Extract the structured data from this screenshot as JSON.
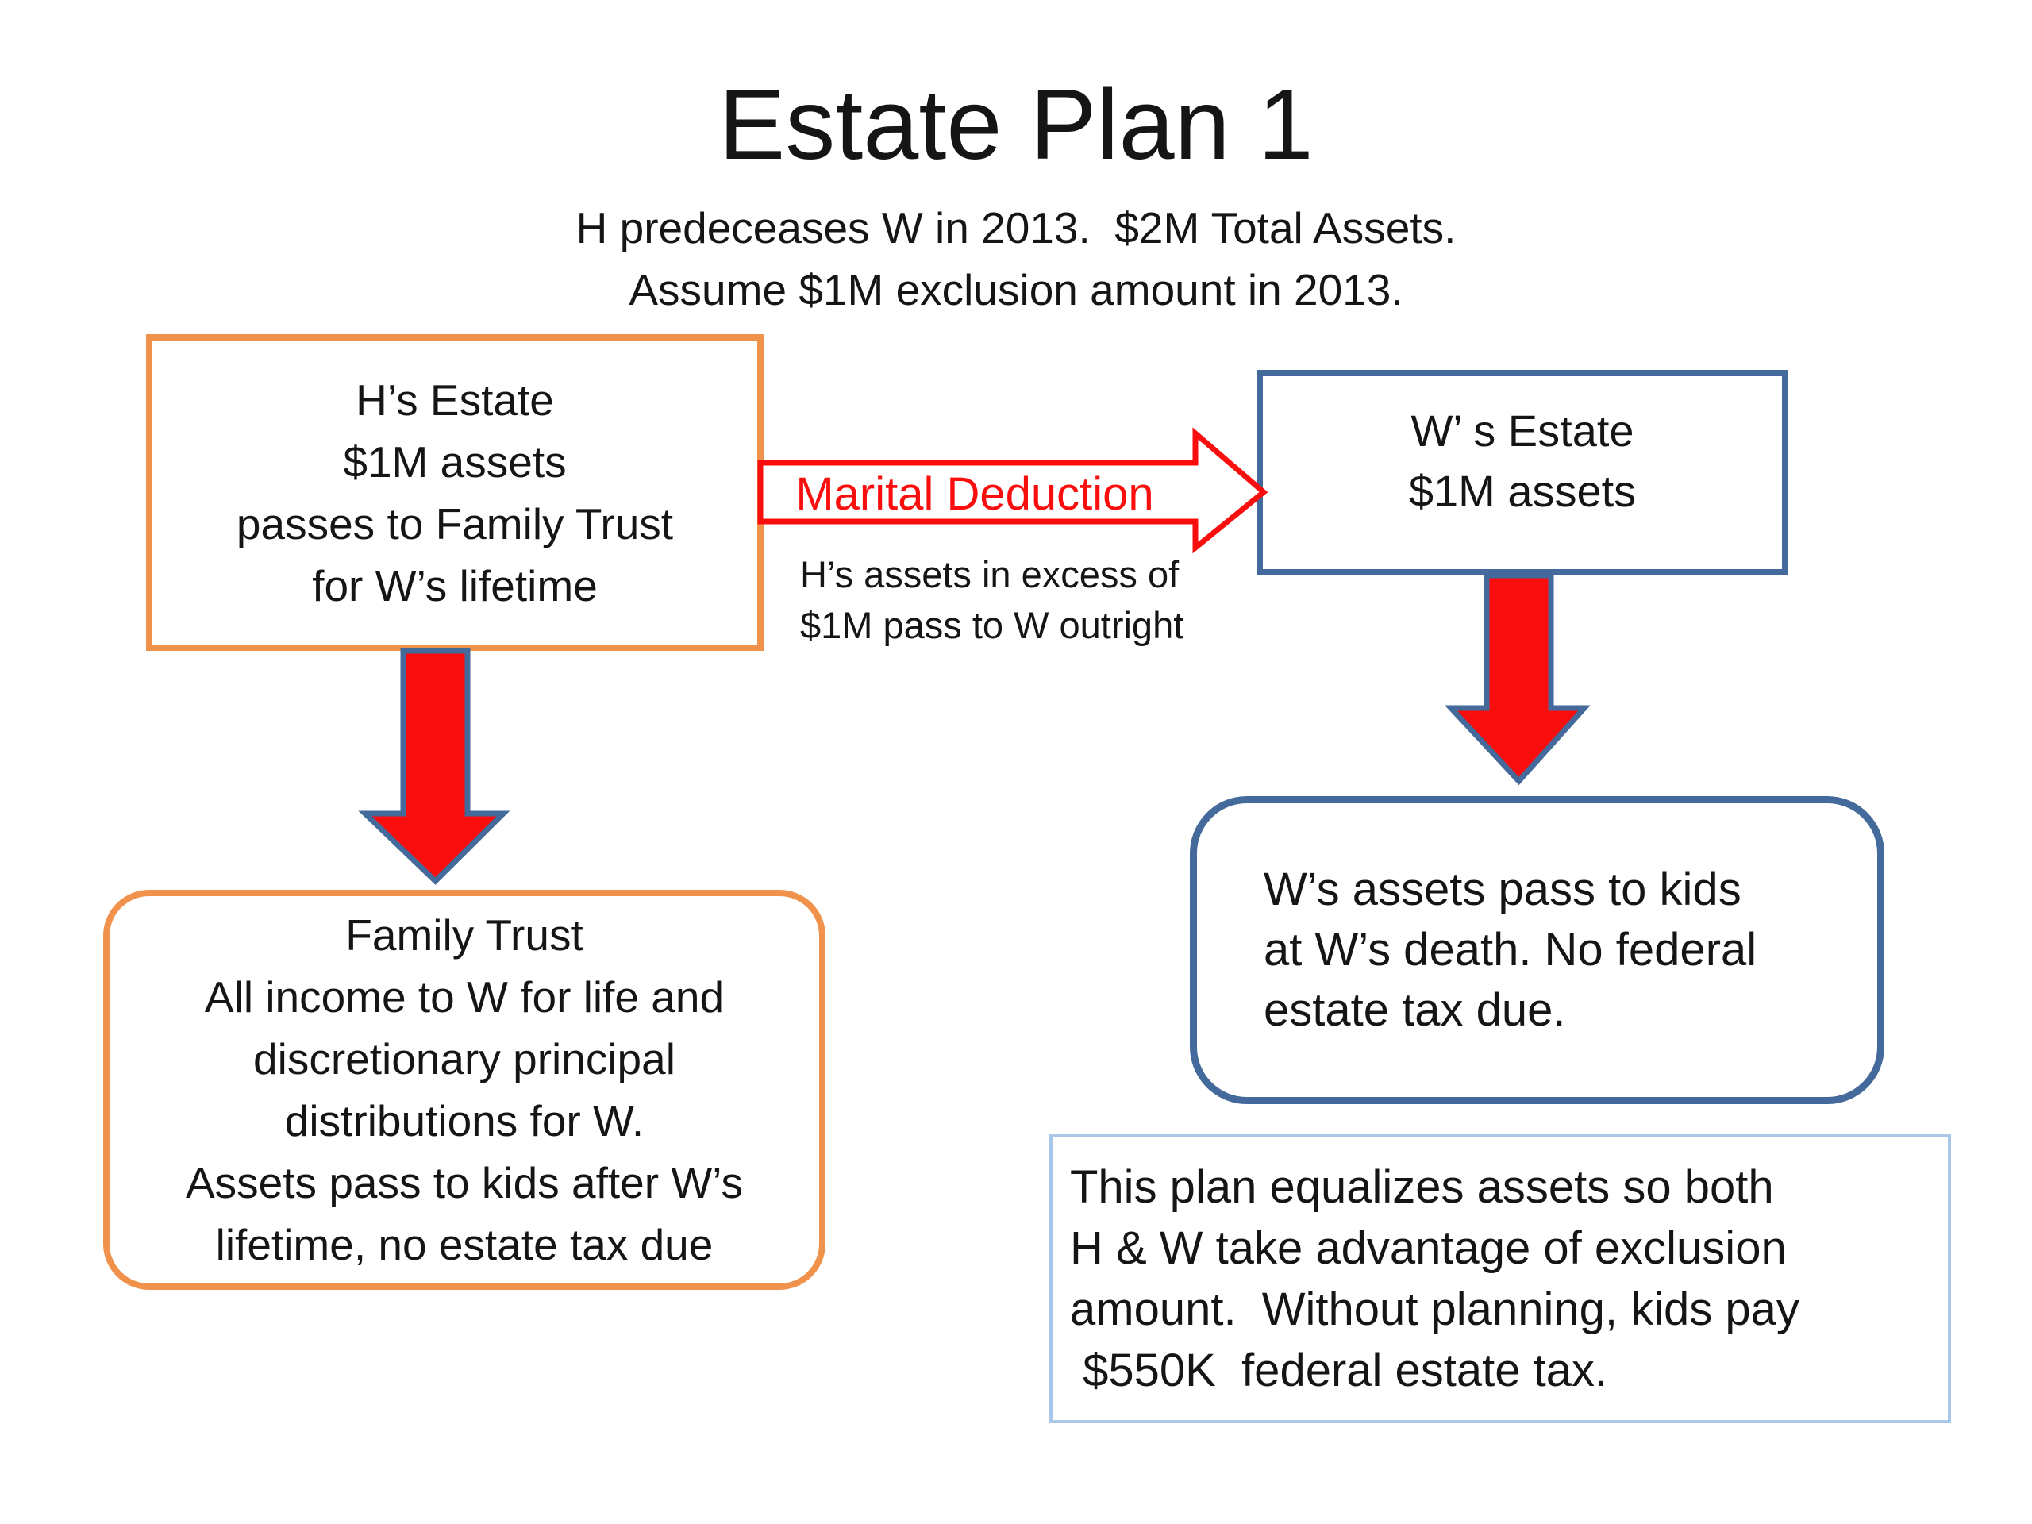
{
  "slide": {
    "title": "Estate Plan 1",
    "subtitle": "H predeceases W in 2013.  $2M Total Assets.\nAssume $1M exclusion amount in 2013."
  },
  "boxes": {
    "h_estate": "H’s Estate\n$1M assets\npasses to Family Trust\nfor W’s lifetime",
    "w_estate": "W’ s Estate\n$1M assets",
    "family_trust": "Family Trust\nAll income to W for life and\ndiscretionary principal\ndistributions for W.\nAssets pass to kids after W’s\nlifetime, no estate tax due",
    "w_kids": "W’s assets pass to kids\nat W’s death. No federal\nestate tax due.",
    "plan_note": "This plan equalizes assets so both\nH & W take advantage of exclusion\namount.  Without planning, kids pay\n $550K  federal estate tax."
  },
  "arrows": {
    "marital_label": "Marital Deduction",
    "marital_caption": "H’s assets in excess of\n$1M pass to W outright"
  },
  "colors": {
    "orange": "#F0924B",
    "steel_blue": "#44699B",
    "red": "#FA0D0D",
    "light_blue": "#A9C7E8",
    "text": "#151515"
  }
}
